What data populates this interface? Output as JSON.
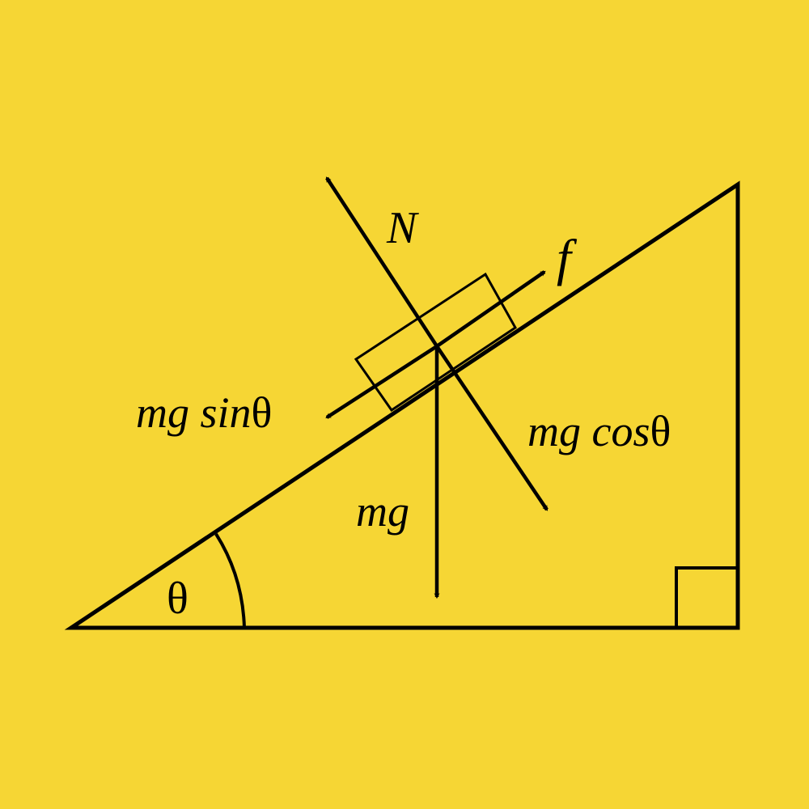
{
  "colors": {
    "background": "#F6D634",
    "ink": "#000000"
  },
  "labels": {
    "normal_force": "N",
    "friction": "f",
    "parallel_component_prefix": "mg sin",
    "perpendicular_component_prefix": "mg cos",
    "gravity": "mg",
    "angle_symbol": "θ"
  }
}
